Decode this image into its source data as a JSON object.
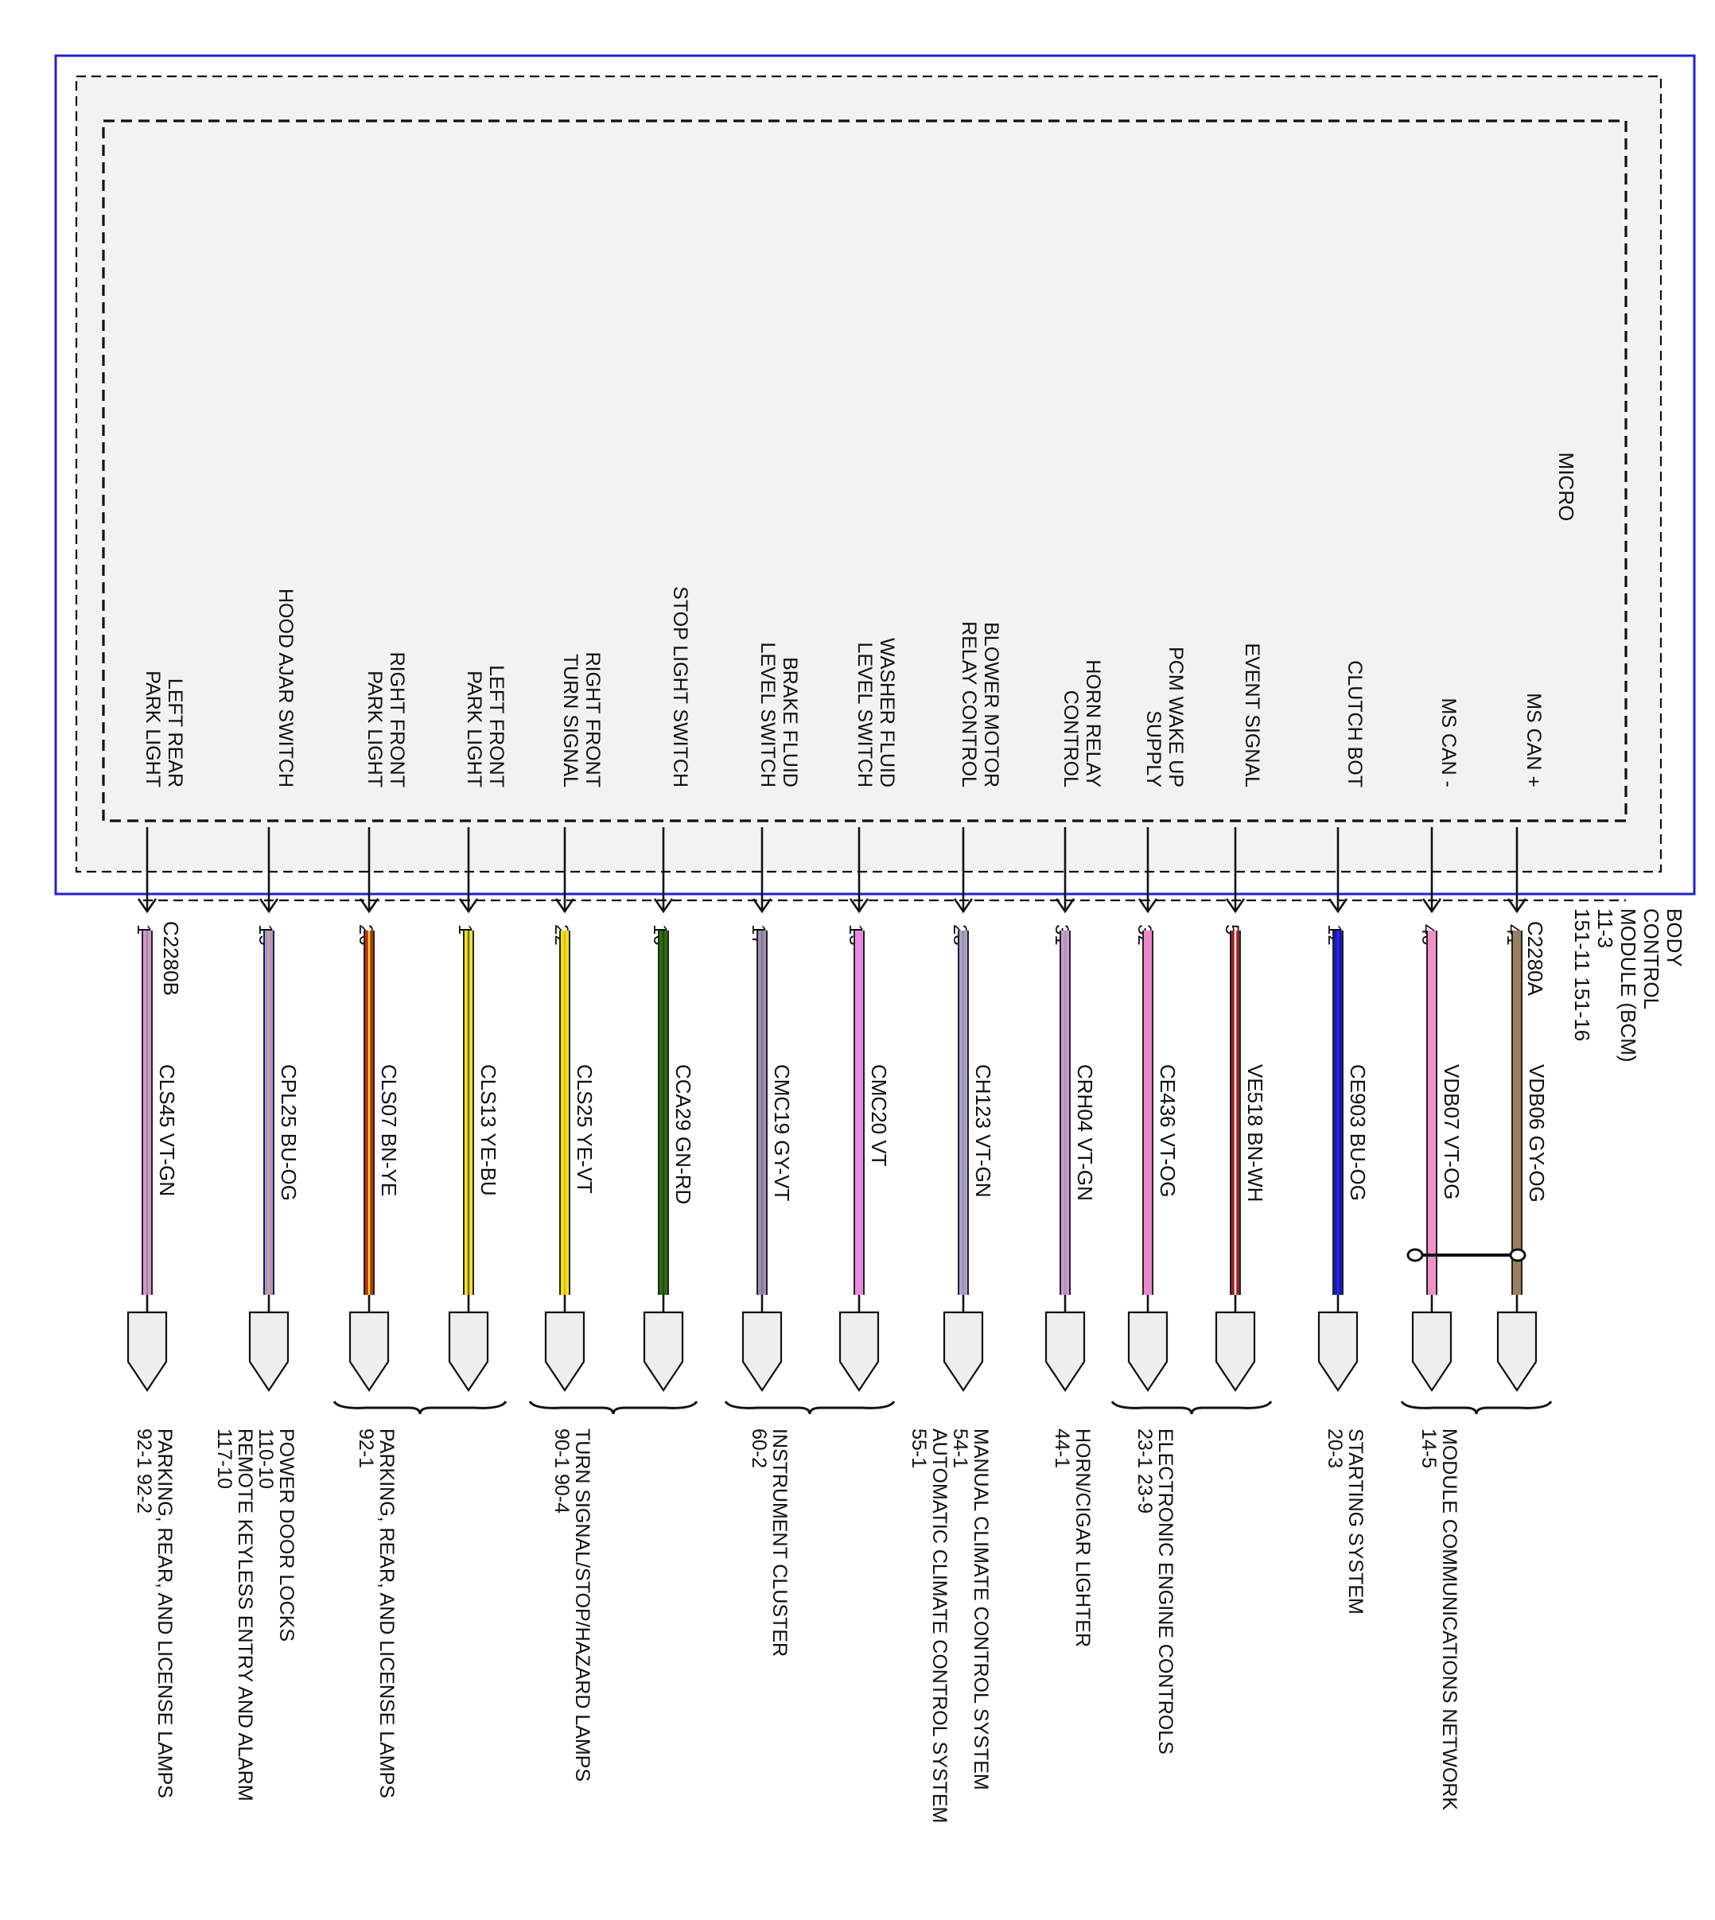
{
  "module": {
    "name_lines": [
      "BODY",
      "CONTROL",
      "MODULE (BCM)",
      "11-3",
      "151-11   151-16"
    ],
    "micro_label": "MICRO",
    "connector_left": "C2280B",
    "connector_right": "C2280A"
  },
  "circuits": [
    {
      "signal": [
        "LEFT REAR",
        "PARK LIGHT"
      ],
      "pin": "1",
      "wire": "CLS45",
      "color": "VT-GN",
      "c1": "#e98be0",
      "c2": "#6aaa6a",
      "dest": [
        "PARKING, REAR, AND LICENSE LAMPS",
        "92-1    92-2"
      ]
    },
    {
      "signal": [
        "HOOD AJAR SWITCH"
      ],
      "pin": "15",
      "wire": "CPL25",
      "color": "BU-OG",
      "c1": "#9a9ae8",
      "c2": "#f0a050",
      "dest": [
        "POWER DOOR LOCKS",
        "110-10",
        "REMOTE KEYLESS ENTRY AND ALARM",
        "117-10"
      ]
    },
    {
      "signal": [
        "RIGHT FRONT",
        "PARK LIGHT"
      ],
      "pin": "26",
      "wire": "CLS07",
      "color": "BN-YE",
      "c1": "#b83010",
      "c2": "#f5e020",
      "dest": [
        "PARKING, REAR, AND LICENSE LAMPS",
        "92-1"
      ]
    },
    {
      "signal": [
        "LEFT FRONT",
        "PARK LIGHT"
      ],
      "pin": "1",
      "wire": "CLS13",
      "color": "YE-BU",
      "c1": "#f5e020",
      "c2": "#6a6a40",
      "dest": []
    },
    {
      "signal": [
        "RIGHT FRONT",
        "TURN SIGNAL"
      ],
      "pin": "22",
      "wire": "CLS25",
      "color": "YE-VT",
      "c1": "#f5e020",
      "c2": "#d8c018",
      "dest": [
        "TURN SIGNAL/STOP/HAZARD LAMPS",
        "90-1    90-4"
      ]
    },
    {
      "signal": [
        "STOP LIGHT SWITCH"
      ],
      "pin": "16",
      "wire": "CCA29",
      "color": "GN-RD",
      "c1": "#2e6d0c",
      "c2": "#1c4a06",
      "dest": []
    },
    {
      "signal": [
        "BRAKE FLUID",
        "LEVEL SWITCH"
      ],
      "pin": "17",
      "wire": "CMC19",
      "color": "GY-VT",
      "c1": "#a888c0",
      "c2": "#6a8a6a",
      "dest": [
        "INSTRUMENT CLUSTER",
        "60-2"
      ]
    },
    {
      "signal": [
        "WASHER FLUID",
        "LEVEL SWITCH"
      ],
      "pin": "13",
      "wire": "CMC20",
      "color": "VT",
      "c1": "#e98be0",
      "c2": "#e98be0",
      "dest": []
    },
    {
      "signal": [
        "BLOWER MOTOR",
        "RELAY CONTROL"
      ],
      "pin": "28",
      "wire": "CH123",
      "color": "VT-GN",
      "c1": "#b898d8",
      "c2": "#7aaa8a",
      "dest": [
        "MANUAL CLIMATE CONTROL SYSTEM",
        "54-1",
        "AUTOMATIC CLIMATE CONTROL SYSTEM",
        "55-1"
      ]
    },
    {
      "signal": [
        "HORN RELAY",
        "CONTROL"
      ],
      "pin": "31",
      "wire": "CRH04",
      "color": "VT-GN",
      "c1": "#d890e0",
      "c2": "#80b090",
      "dest": [
        "HORN/CIGAR LIGHTER",
        "44-1"
      ]
    },
    {
      "signal": [
        "PCM WAKE UP",
        "SUPPLY"
      ],
      "pin": "32",
      "wire": "CE436",
      "color": "VT-OG",
      "c1": "#ee88cc",
      "c2": "#ee88cc",
      "dest": [
        "ELECTRONIC ENGINE CONTROLS",
        "23-1    23-9"
      ]
    },
    {
      "signal": [
        "EVENT SIGNAL"
      ],
      "pin": "5",
      "wire": "VE518",
      "color": "BN-WH",
      "c1": "#a02020",
      "c2": "#ffffff",
      "dest": []
    },
    {
      "signal": [
        "CLUTCH BOT"
      ],
      "pin": "12",
      "wire": "CE903",
      "color": "BU-OG",
      "c1": "#1818c0",
      "c2": "#3030d0",
      "dest": [
        "STARTING SYSTEM",
        "20-3"
      ]
    },
    {
      "signal": [
        "MS CAN -"
      ],
      "pin": "40",
      "wire": "VDB07",
      "color": "VT-OG",
      "c1": "#f090c8",
      "c2": "#f090c8",
      "dest": [
        "MODULE COMMUNICATIONS NETWORK",
        "14-5"
      ]
    },
    {
      "signal": [
        "MS CAN +"
      ],
      "pin": "41",
      "wire": "VDB06",
      "color": "GY-OG",
      "c1": "#9a8060",
      "c2": "#9a8060",
      "dest": []
    }
  ]
}
